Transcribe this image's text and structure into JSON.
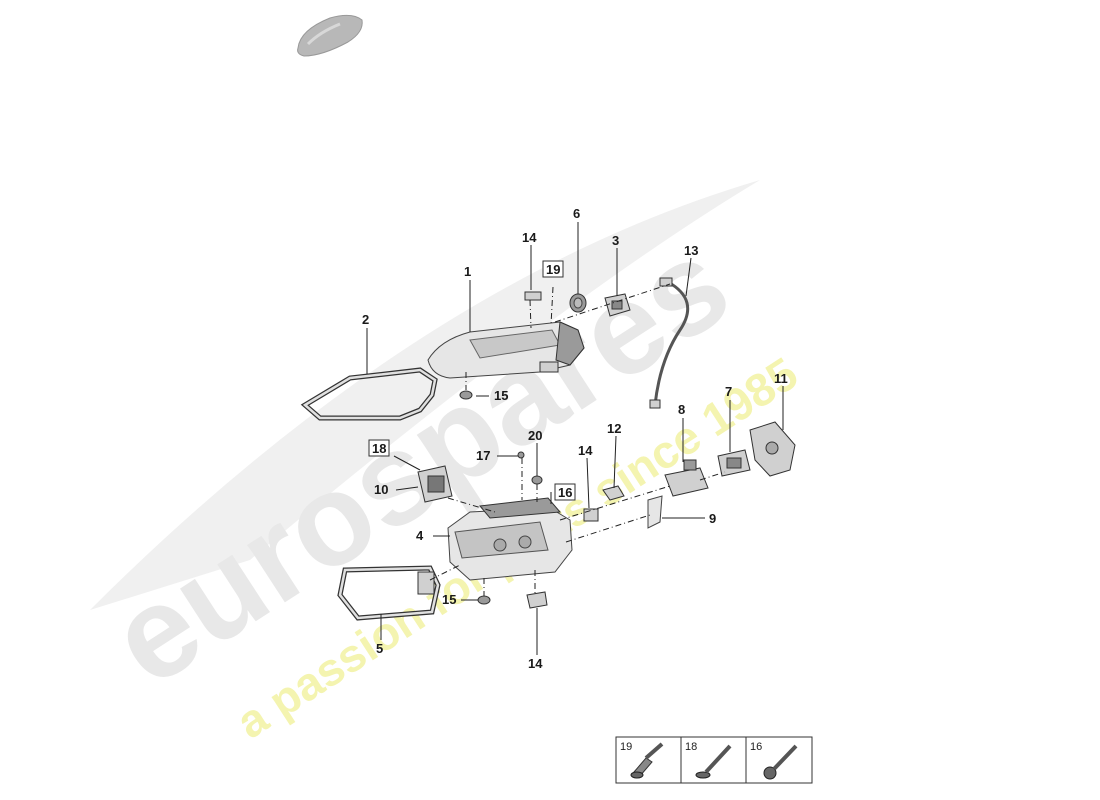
{
  "watermark": {
    "brand": "eurospares",
    "tagline": "a passion for parts since 1985"
  },
  "callouts": [
    {
      "id": "c1",
      "label": "1"
    },
    {
      "id": "c2",
      "label": "2"
    },
    {
      "id": "c3",
      "label": "3"
    },
    {
      "id": "c4",
      "label": "4"
    },
    {
      "id": "c5",
      "label": "5"
    },
    {
      "id": "c6",
      "label": "6"
    },
    {
      "id": "c7",
      "label": "7"
    },
    {
      "id": "c8",
      "label": "8"
    },
    {
      "id": "c9",
      "label": "9"
    },
    {
      "id": "c10",
      "label": "10"
    },
    {
      "id": "c11",
      "label": "11"
    },
    {
      "id": "c12",
      "label": "12"
    },
    {
      "id": "c13",
      "label": "13"
    },
    {
      "id": "c14a",
      "label": "14"
    },
    {
      "id": "c14b",
      "label": "14"
    },
    {
      "id": "c14c",
      "label": "14"
    },
    {
      "id": "c15a",
      "label": "15"
    },
    {
      "id": "c15b",
      "label": "15"
    },
    {
      "id": "c16",
      "label": "16"
    },
    {
      "id": "c17",
      "label": "17"
    },
    {
      "id": "c18",
      "label": "18"
    },
    {
      "id": "c19",
      "label": "19"
    },
    {
      "id": "c20",
      "label": "20"
    }
  ],
  "legend": [
    {
      "label": "19",
      "icon": "screw-flat-head-icon"
    },
    {
      "label": "18",
      "icon": "screw-flat-head-icon"
    },
    {
      "label": "16",
      "icon": "screw-round-head-icon"
    }
  ],
  "colors": {
    "watermark_brand": "#e8e8e8",
    "watermark_tagline": "#f4f4b0",
    "part_fill": "#d0d0d0",
    "line": "#222222"
  }
}
